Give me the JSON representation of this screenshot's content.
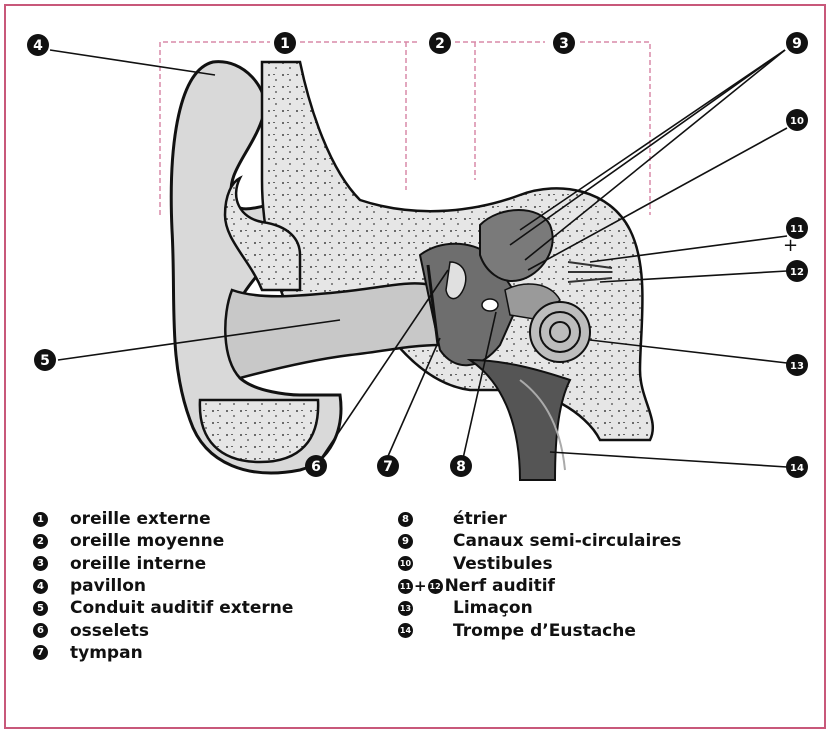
{
  "diagram": {
    "callouts": [
      "1",
      "2",
      "3",
      "4",
      "5",
      "6",
      "7",
      "8",
      "9",
      "10",
      "11",
      "12",
      "13",
      "14"
    ],
    "plus_sign": "+"
  },
  "legend": {
    "left": [
      {
        "num": "1",
        "label": "oreille externe"
      },
      {
        "num": "2",
        "label": "oreille moyenne"
      },
      {
        "num": "3",
        "label": "oreille interne"
      },
      {
        "num": "4",
        "label": "pavillon"
      },
      {
        "num": "5",
        "label": "Conduit auditif externe"
      },
      {
        "num": "6",
        "label": "osselets"
      },
      {
        "num": "7",
        "label": "tympan"
      }
    ],
    "right": [
      {
        "num": "8",
        "label": "étrier"
      },
      {
        "num": "9",
        "label": "Canaux semi-circulaires"
      },
      {
        "num": "10",
        "label": "Vestibules"
      },
      {
        "num": "11",
        "num2": "12",
        "plus": "+",
        "label": "Nerf auditif"
      },
      {
        "num": "13",
        "label": "Limaçon"
      },
      {
        "num": "14",
        "label": "Trompe d’Eustache"
      }
    ]
  },
  "colors": {
    "frame": "#c8587a",
    "bracket": "#d98aa8",
    "badge": "#111111"
  }
}
